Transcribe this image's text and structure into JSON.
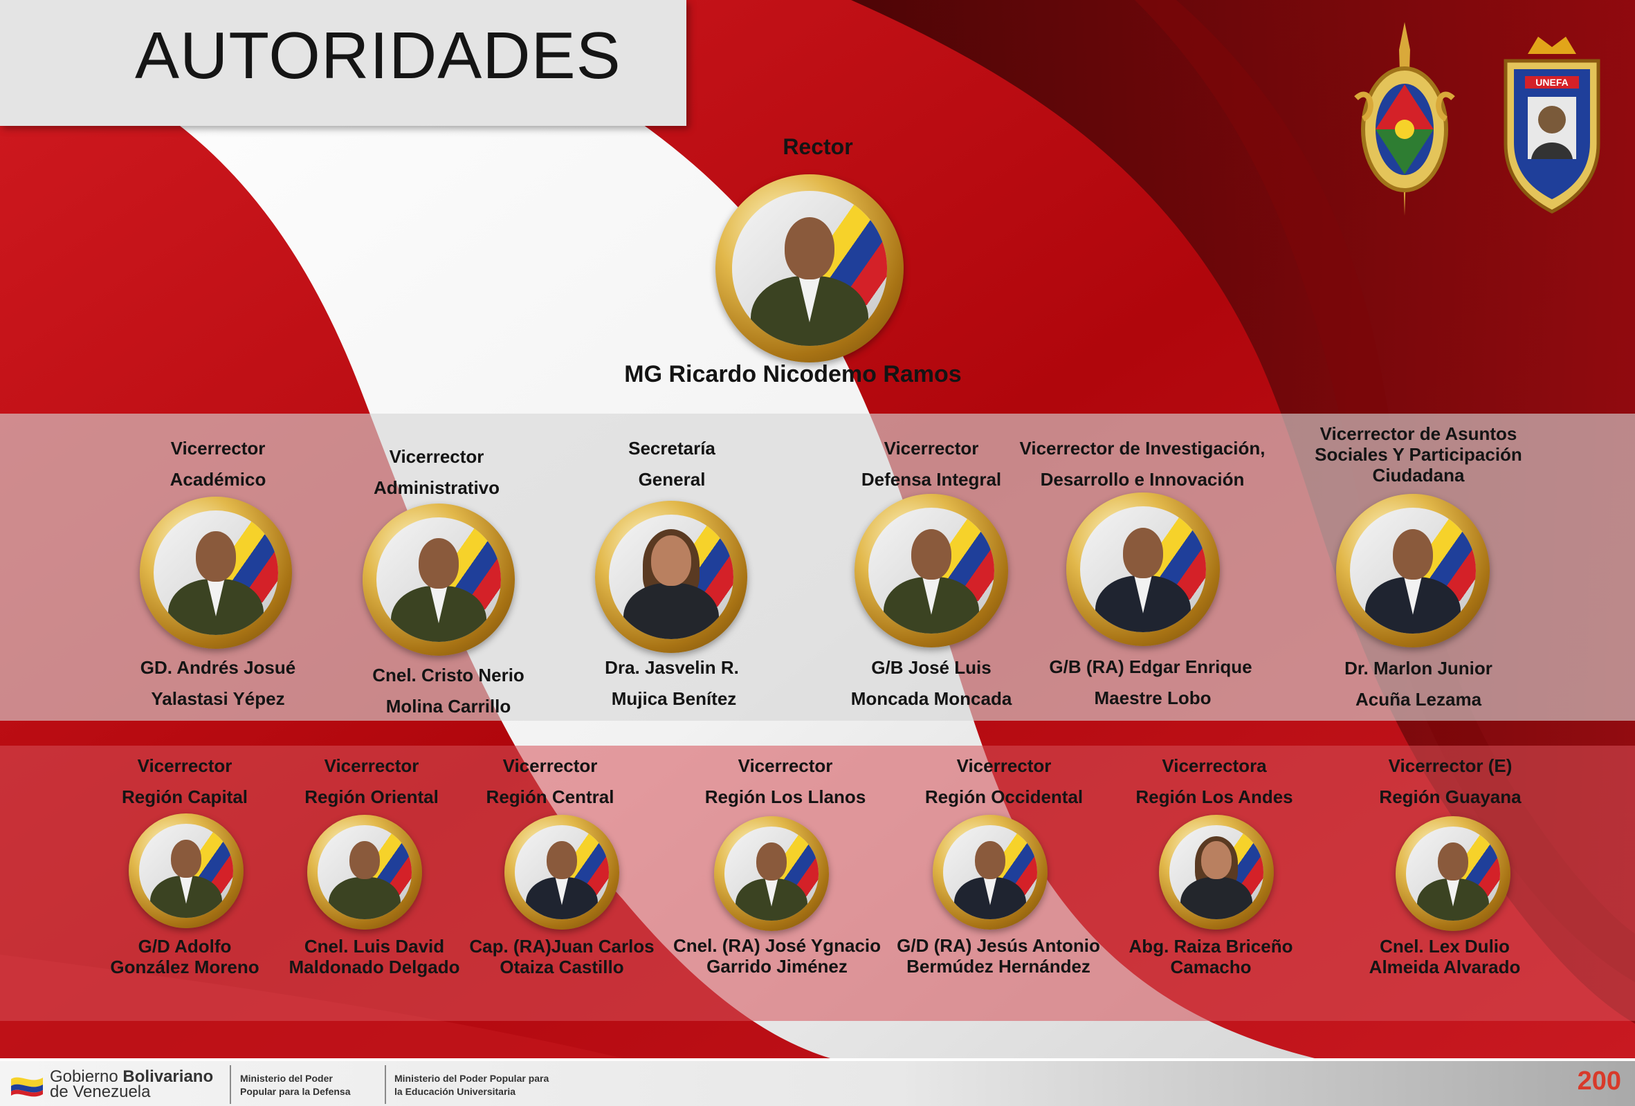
{
  "page": {
    "title": "AUTORIDADES"
  },
  "rector": {
    "role": "Rector",
    "name": "MG Ricardo Nicodemo Ramos"
  },
  "row2": [
    {
      "role1": "Vicerrector",
      "role2": "Académico",
      "name1": "GD. Andrés Josué",
      "name2": "Yalastasi Yépez"
    },
    {
      "role1": "Vicerrector",
      "role2": "Administrativo",
      "name1": "Cnel. Cristo Nerio",
      "name2": "Molina Carrillo"
    },
    {
      "role1": "Secretaría",
      "role2": "General",
      "name1": "Dra. Jasvelin R.",
      "name2": "Mujica Benítez"
    },
    {
      "role1": "Vicerrector",
      "role2": "Defensa Integral",
      "name1": "G/B José Luis",
      "name2": "Moncada Moncada"
    },
    {
      "role1": "Vicerrector  de Investigación,",
      "role2": "Desarrollo e Innovación",
      "name1": "G/B (RA) Edgar Enrique",
      "name2": "Maestre Lobo"
    },
    {
      "role1": "Vicerrector de Asuntos",
      "role2": "Sociales Y Participación",
      "role3": "Ciudadana",
      "name1": "Dr. Marlon Junior",
      "name2": "Acuña Lezama"
    }
  ],
  "row3": [
    {
      "role1": "Vicerrector",
      "role2": "Región Capital",
      "name1": "G/D Adolfo",
      "name2": "González Moreno"
    },
    {
      "role1": "Vicerrector",
      "role2": "Región Oriental",
      "name1": "Cnel. Luis David",
      "name2": "Maldonado Delgado"
    },
    {
      "role1": "Vicerrector",
      "role2": "Región Central",
      "name1": "Cap. (RA)Juan Carlos",
      "name2": "Otaiza Castillo"
    },
    {
      "role1": "Vicerrector",
      "role2": "Región Los Llanos",
      "name1": "Cnel. (RA) José Ygnacio",
      "name2": "Garrido Jiménez"
    },
    {
      "role1": "Vicerrector",
      "role2": "Región Occidental",
      "name1": "G/D  (RA) Jesús Antonio",
      "name2": "Bermúdez Hernández"
    },
    {
      "role1": "Vicerrectora",
      "role2": "Región Los Andes",
      "name1": "Abg. Raiza Briceño",
      "name2": "Camacho"
    },
    {
      "role1": "Vicerrector (E)",
      "role2": "Región Guayana",
      "name1": "Cnel. Lex Dulio",
      "name2": "Almeida Alvarado"
    }
  ],
  "logos": {
    "unefa": "UNEFA"
  },
  "footer": {
    "gob1": "Gobierno ",
    "gob_bold": "Bolivariano",
    "gob2": "de Venezuela",
    "min1_a": "Ministerio del Poder",
    "min1_b": "Popular para la Defensa",
    "min2_a": "Ministerio del Poder Popular para",
    "min2_b": "la Educación Universitaria",
    "bicentenario": "200"
  },
  "colors": {
    "red": "#c0141a",
    "dark_red": "#5a0607",
    "gold": "#d8ad3f"
  }
}
